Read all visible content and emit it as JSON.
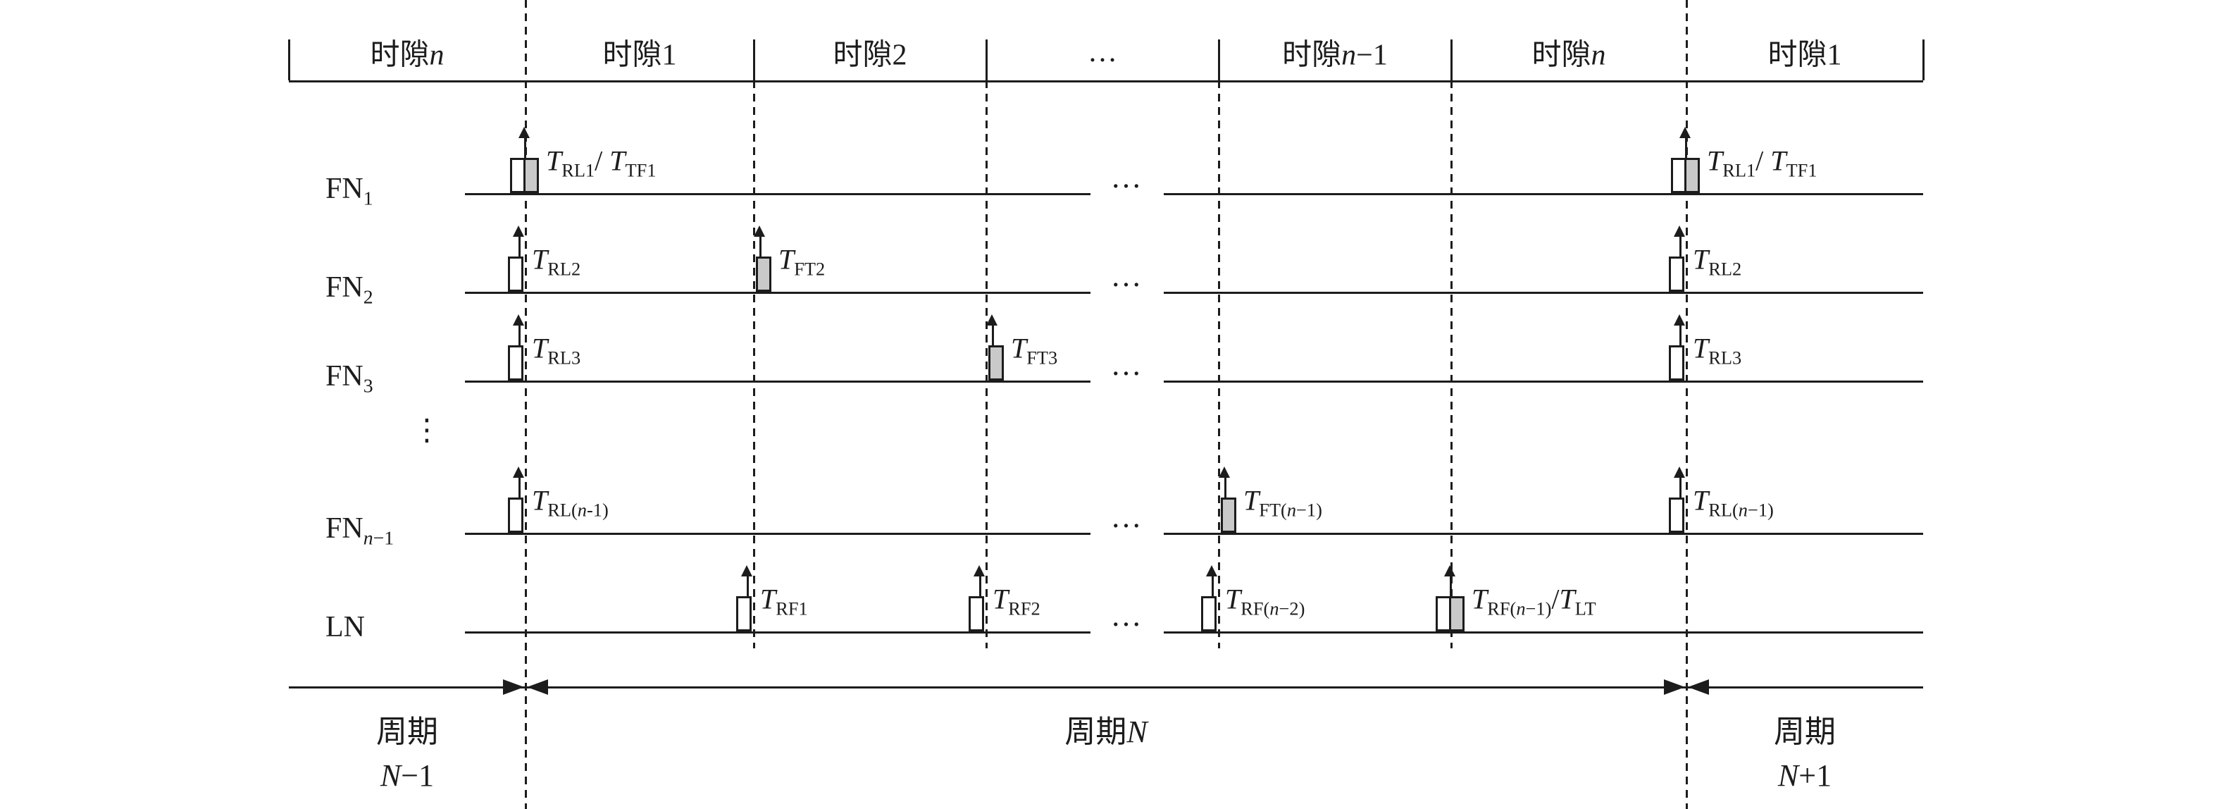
{
  "figure": {
    "kind": "tdma-synchronization-timing-diagram"
  },
  "colors": {
    "line": "#1c1c1c",
    "pulse_fill_white": "#ffffff",
    "pulse_fill_gray": "#c9c9c9",
    "background": "#ffffff"
  },
  "header": {
    "slots": [
      "时隙*n*",
      "时隙1",
      "时隙2",
      "…",
      "时隙*n*−1",
      "时隙*n*",
      "时隙1"
    ]
  },
  "ellipsis": "…",
  "rows": [
    {
      "id": "fn1",
      "label": "FN~1~",
      "pulses": [
        {
          "boundary": 1,
          "shape": "double",
          "label": "*T*~RL1~/ *T*~TF1~"
        },
        {
          "boundary": 6,
          "shape": "double",
          "label": "*T*~RL1~/ *T*~TF1~"
        }
      ]
    },
    {
      "id": "fn2",
      "label": "FN~2~",
      "pulses": [
        {
          "boundary": 1,
          "shape": "white",
          "align": "left",
          "label": "*T*~RL2~"
        },
        {
          "boundary": 2,
          "shape": "gray",
          "align": "right",
          "label": "*T*~FT2~"
        },
        {
          "boundary": 6,
          "shape": "white",
          "align": "left",
          "label": "*T*~RL2~"
        }
      ]
    },
    {
      "id": "fn3",
      "label": "FN~3~",
      "pulses": [
        {
          "boundary": 1,
          "shape": "white",
          "align": "left",
          "label": "*T*~RL3~"
        },
        {
          "boundary": 3,
          "shape": "gray",
          "align": "right",
          "label": "*T*~FT3~"
        },
        {
          "boundary": 6,
          "shape": "white",
          "align": "left",
          "label": "*T*~RL3~"
        }
      ]
    },
    {
      "id": "dots",
      "label": "⋮",
      "line": false,
      "pulses": []
    },
    {
      "id": "fnn1",
      "label": "FN~*n*−1~",
      "pulses": [
        {
          "boundary": 1,
          "shape": "white",
          "align": "left",
          "label": "*T*~RL(*n*-1)~"
        },
        {
          "boundary": 4,
          "shape": "gray",
          "align": "right",
          "label": "*T*~FT(*n*−1)~"
        },
        {
          "boundary": 6,
          "shape": "white",
          "align": "left",
          "label": "*T*~RL(*n*−1)~"
        }
      ]
    },
    {
      "id": "ln",
      "label": "LN",
      "pulses": [
        {
          "boundary": 2,
          "shape": "white",
          "align": "left",
          "label": "*T*~RF1~"
        },
        {
          "boundary": 3,
          "shape": "white",
          "align": "left",
          "label": "*T*~RF2~"
        },
        {
          "boundary": 4,
          "shape": "white",
          "align": "left",
          "label": "*T*~RF(*n*−2)~"
        },
        {
          "boundary": 5,
          "shape": "double",
          "label": "*T*~RF(*n*−1)~/*T*~LT~"
        }
      ]
    }
  ],
  "footer": {
    "labels": [
      [
        "周期",
        "*N*−1"
      ],
      [
        "周期*N*"
      ],
      [
        "周期",
        "*N*+1"
      ]
    ]
  }
}
